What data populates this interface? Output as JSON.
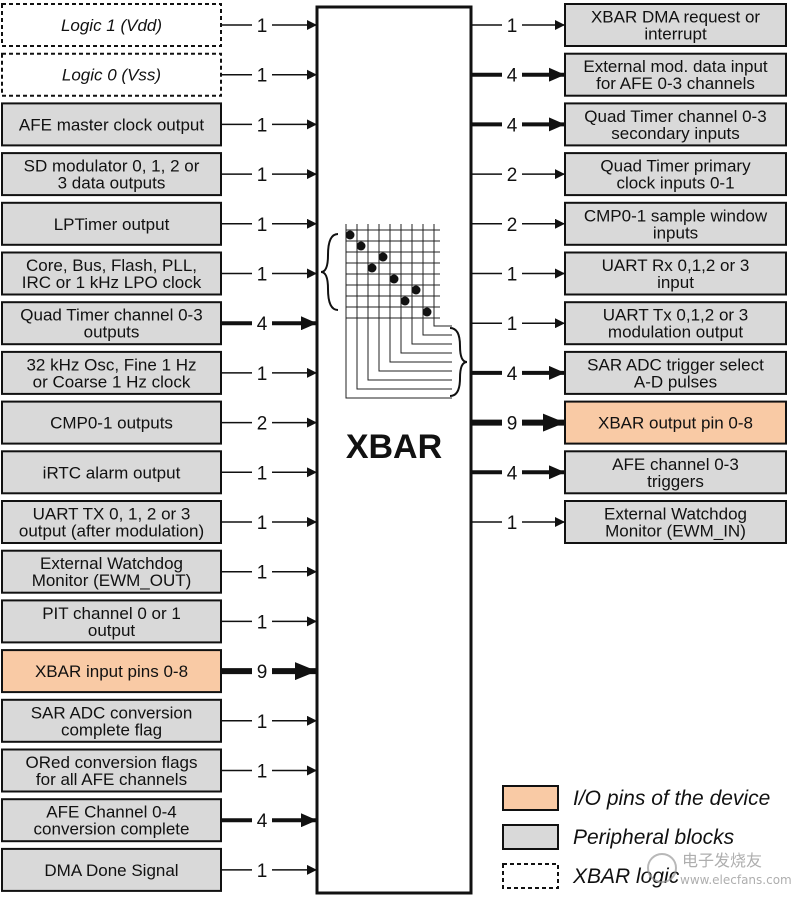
{
  "colors": {
    "peripheral_fill": "#d9d9d9",
    "io_fill": "#f9caa5",
    "logic_fill": "#ffffff",
    "stroke": "#111111"
  },
  "xbar": {
    "title": "XBAR"
  },
  "inputs": [
    {
      "lines": [
        "Logic 1 (Vdd)"
      ],
      "count": "1",
      "kind": "logic"
    },
    {
      "lines": [
        "Logic 0 (Vss)"
      ],
      "count": "1",
      "kind": "logic"
    },
    {
      "lines": [
        "AFE master clock output"
      ],
      "count": "1",
      "kind": "peripheral"
    },
    {
      "lines": [
        "SD modulator 0, 1, 2 or",
        "3 data outputs"
      ],
      "count": "1",
      "kind": "peripheral"
    },
    {
      "lines": [
        "LPTimer output"
      ],
      "count": "1",
      "kind": "peripheral"
    },
    {
      "lines": [
        "Core, Bus, Flash, PLL,",
        "IRC or 1 kHz LPO clock"
      ],
      "count": "1",
      "kind": "peripheral"
    },
    {
      "lines": [
        "Quad Timer channel 0-3",
        "outputs"
      ],
      "count": "4",
      "kind": "peripheral"
    },
    {
      "lines": [
        "32 kHz Osc, Fine 1 Hz",
        "or Coarse 1 Hz clock"
      ],
      "count": "1",
      "kind": "peripheral"
    },
    {
      "lines": [
        "CMP0-1 outputs"
      ],
      "count": "2",
      "kind": "peripheral"
    },
    {
      "lines": [
        "iRTC alarm output"
      ],
      "count": "1",
      "kind": "peripheral"
    },
    {
      "lines": [
        "UART TX 0, 1, 2 or 3",
        "output (after modulation)"
      ],
      "count": "1",
      "kind": "peripheral"
    },
    {
      "lines": [
        "External Watchdog",
        "Monitor (EWM_OUT)"
      ],
      "count": "1",
      "kind": "peripheral"
    },
    {
      "lines": [
        "PIT channel 0 or 1",
        "output"
      ],
      "count": "1",
      "kind": "peripheral"
    },
    {
      "lines": [
        "XBAR input pins 0-8"
      ],
      "count": "9",
      "kind": "io"
    },
    {
      "lines": [
        "SAR ADC conversion",
        "complete flag"
      ],
      "count": "1",
      "kind": "peripheral"
    },
    {
      "lines": [
        "ORed conversion flags",
        "for all AFE channels"
      ],
      "count": "1",
      "kind": "peripheral"
    },
    {
      "lines": [
        "AFE Channel 0-4",
        "conversion complete"
      ],
      "count": "4",
      "kind": "peripheral"
    },
    {
      "lines": [
        "DMA Done Signal"
      ],
      "count": "1",
      "kind": "peripheral"
    }
  ],
  "outputs": [
    {
      "lines": [
        "XBAR DMA request or",
        "interrupt"
      ],
      "count": "1",
      "kind": "peripheral"
    },
    {
      "lines": [
        "External mod. data input",
        "for AFE 0-3 channels"
      ],
      "count": "4",
      "kind": "peripheral"
    },
    {
      "lines": [
        "Quad Timer channel 0-3",
        "secondary inputs"
      ],
      "count": "4",
      "kind": "peripheral"
    },
    {
      "lines": [
        "Quad Timer primary",
        "clock inputs 0-1"
      ],
      "count": "2",
      "kind": "peripheral"
    },
    {
      "lines": [
        "CMP0-1 sample window",
        "inputs"
      ],
      "count": "2",
      "kind": "peripheral"
    },
    {
      "lines": [
        "UART Rx 0,1,2 or 3",
        "input"
      ],
      "count": "1",
      "kind": "peripheral"
    },
    {
      "lines": [
        "UART Tx 0,1,2 or 3",
        "modulation output"
      ],
      "count": "1",
      "kind": "peripheral"
    },
    {
      "lines": [
        "SAR ADC trigger select",
        "A-D pulses"
      ],
      "count": "4",
      "kind": "peripheral"
    },
    {
      "lines": [
        "XBAR output pin 0-8"
      ],
      "count": "9",
      "kind": "io"
    },
    {
      "lines": [
        "AFE channel 0-3",
        "triggers"
      ],
      "count": "4",
      "kind": "peripheral"
    },
    {
      "lines": [
        "External Watchdog",
        "Monitor (EWM_IN)"
      ],
      "count": "1",
      "kind": "peripheral"
    }
  ],
  "legend": [
    {
      "label": "I/O pins of the device",
      "kind": "io"
    },
    {
      "label": "Peripheral blocks",
      "kind": "peripheral"
    },
    {
      "label": "XBAR logic",
      "kind": "logic"
    }
  ],
  "watermark": {
    "text": "电子发烧友",
    "url": "www.elecfans.com"
  }
}
